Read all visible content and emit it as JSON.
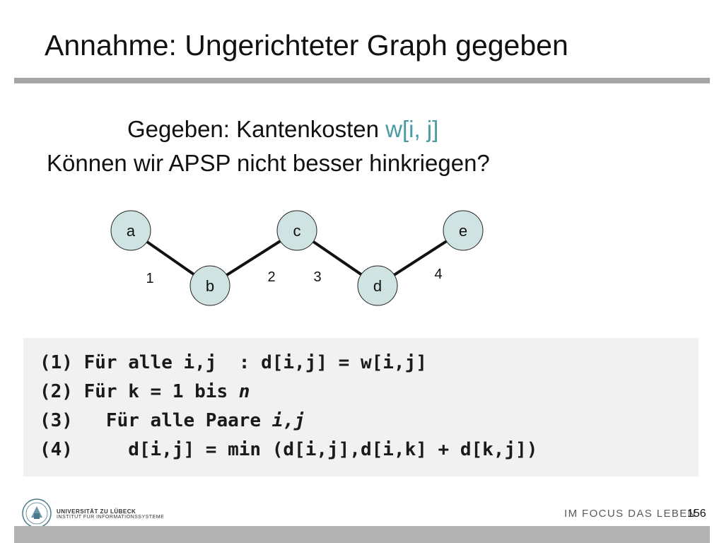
{
  "slide": {
    "title": "Annahme: Ungerichteter Graph gegeben",
    "line1_prefix": "Gegeben: Kantenkosten ",
    "line1_accent": "w[i, j]",
    "line2": "Können wir APSP nicht besser hinkriegen?",
    "accent_color": "#4a9aa4"
  },
  "graph": {
    "node_fill": "#cfe3e3",
    "nodes": [
      {
        "id": "a",
        "label": "a"
      },
      {
        "id": "b",
        "label": "b"
      },
      {
        "id": "c",
        "label": "c"
      },
      {
        "id": "d",
        "label": "d"
      },
      {
        "id": "e",
        "label": "e"
      }
    ],
    "edges": [
      {
        "from": "a",
        "to": "b",
        "weight": "1"
      },
      {
        "from": "b",
        "to": "c",
        "weight": "2"
      },
      {
        "from": "c",
        "to": "d",
        "weight": "3"
      },
      {
        "from": "d",
        "to": "e",
        "weight": "4"
      }
    ]
  },
  "algorithm": {
    "lines": [
      {
        "num": "(1)",
        "pre": " Für alle i,j  : d[i,j] = w[i,j]"
      },
      {
        "num": "(2)",
        "pre": " Für k = 1 bis ",
        "italic": "n"
      },
      {
        "num": "(3)",
        "pre": "   Für alle Paare ",
        "italic": "i,j"
      },
      {
        "num": "(4)",
        "pre": "     d[i,j] = min (d[i,j],d[i,k] + d[k,j])"
      }
    ]
  },
  "footer": {
    "university": "UNIVERSITÄT ZU LÜBECK",
    "institute": "INSTITUT FÜR INFORMATIONSSYSTEME",
    "slogan": "IM FOCUS DAS LEBEN",
    "page_number": "156"
  }
}
